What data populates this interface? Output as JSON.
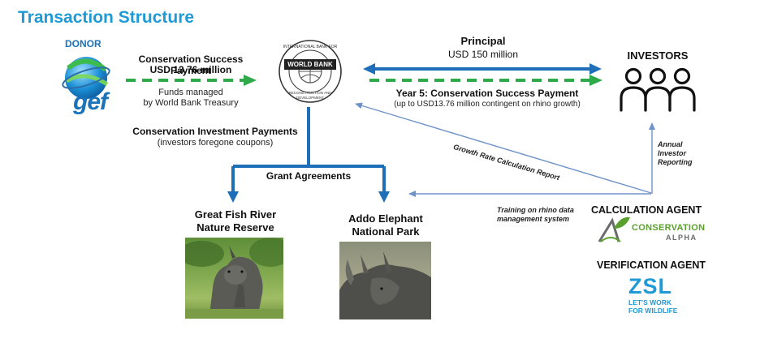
{
  "title": "Transaction Structure",
  "donor": {
    "label": "DONOR",
    "logo_text": "gef"
  },
  "world_bank": {
    "seal_top": "INTERNATIONAL BANK FOR",
    "seal_name": "WORLD BANK",
    "seal_bottom": "RECONSTRUCTION AND DEVELOPMENT"
  },
  "conservation_success": {
    "title": "Conservation Success Payment",
    "amount": "USD 13.76 million",
    "note_line1": "Funds managed",
    "note_line2": "by World Bank Treasury"
  },
  "principal": {
    "title": "Principal",
    "amount": "USD 150 million"
  },
  "year5": {
    "title": "Year 5: Conservation Success Payment",
    "note": "(up to USD13.76 million contingent on rhino growth)"
  },
  "investors": {
    "label": "INVESTORS"
  },
  "investment_payments": {
    "title": "Conservation Investment Payments",
    "note": "(investors foregone coupons)"
  },
  "grant_agreements": "Grant Agreements",
  "growth_report": "Growth Rate Calculation Report",
  "annual_reporting": {
    "line1": "Annual",
    "line2": "Investor",
    "line3": "Reporting"
  },
  "training": {
    "line1": "Training on rhino data",
    "line2": "management system"
  },
  "great_fish": {
    "line1": "Great Fish River",
    "line2": "Nature Reserve"
  },
  "addo": {
    "line1": "Addo Elephant",
    "line2": "National Park"
  },
  "calculation_agent": {
    "label": "CALCULATION AGENT",
    "logo_name": "CONSERVATION",
    "logo_sub": "ALPHA"
  },
  "verification_agent": {
    "label": "VERIFICATION AGENT",
    "logo_name": "ZSL",
    "logo_tag1": "LET'S WORK",
    "logo_tag2": "FOR WILDLIFE"
  },
  "colors": {
    "title": "#1e9ad6",
    "blue_arrow": "#1f6fb8",
    "green_arrow": "#2eaa4a",
    "thin_arrow": "#6f93c8",
    "zsl_blue": "#1f9ad7",
    "cons_green": "#5aa02c"
  },
  "icons": {
    "gef_logo": "globe-logo",
    "world_bank_logo": "seal-logo",
    "investors": "people-icon",
    "rhino_photo": "rhino-photo"
  }
}
